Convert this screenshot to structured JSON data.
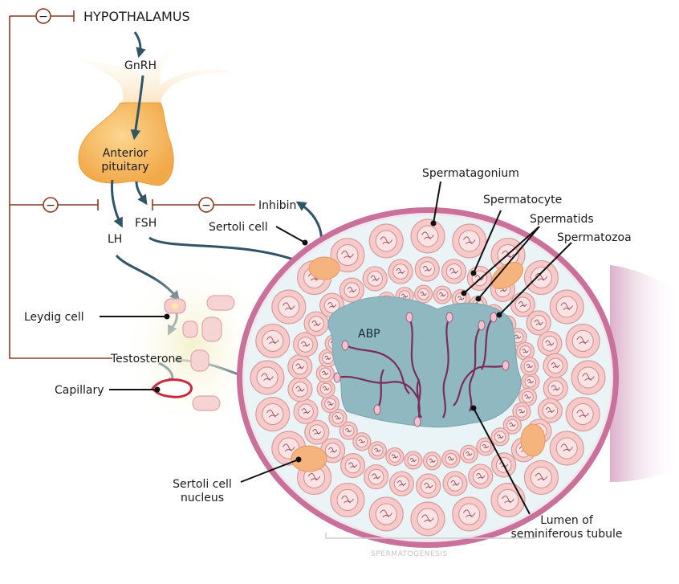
{
  "labels": {
    "hypothalamus": "HYPOTHALAMUS",
    "gnrh": "GnRH",
    "anterior_pituitary_1": "Anterior",
    "anterior_pituitary_2": "pituitary",
    "lh": "LH",
    "fsh": "FSH",
    "inhibin": "Inhibin",
    "sertoli_cell": "Sertoli cell",
    "leydig_cell": "Leydig cell",
    "testosterone": "Testosterone",
    "capillary": "Capillary",
    "abp": "ABP",
    "spermatagonium": "Spermatagonium",
    "spermatocyte": "Spermatocyte",
    "spermatids": "Spermatids",
    "spermatozoa": "Spermatozoa",
    "sertoli_nucleus_1": "Sertoli cell",
    "sertoli_nucleus_2": "nucleus",
    "lumen_1": "Lumen of",
    "lumen_2": "seminiferous tubule",
    "footer": "SPERMATOGENESIS"
  },
  "symbols": {
    "inhibit": "−"
  },
  "colors": {
    "feedback": "#8a3b22",
    "flow_arrow": "#2f5566",
    "pituitary": "#f5b35a",
    "tubule_wall": "#c9719a",
    "cell_fill": "#f7c9c9",
    "lumen": "#8fb8c0"
  }
}
